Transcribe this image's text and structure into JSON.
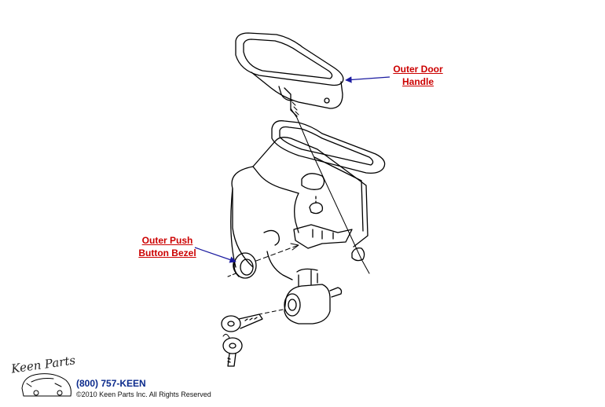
{
  "callouts": {
    "outer_door_handle": [
      "Outer Door",
      "Handle"
    ],
    "outer_push_button_bezel": [
      "Outer Push",
      "Button Bezel"
    ]
  },
  "footer": {
    "brand": "Keen Parts",
    "phone": "(800) 757-KEEN",
    "copyright": "©2010 Keen Parts Inc. All Rights Reserved"
  },
  "colors": {
    "callout_text": "#cc0000",
    "arrow": "#1a1aa0",
    "phone": "#0b2a8c",
    "line": "#000000"
  }
}
